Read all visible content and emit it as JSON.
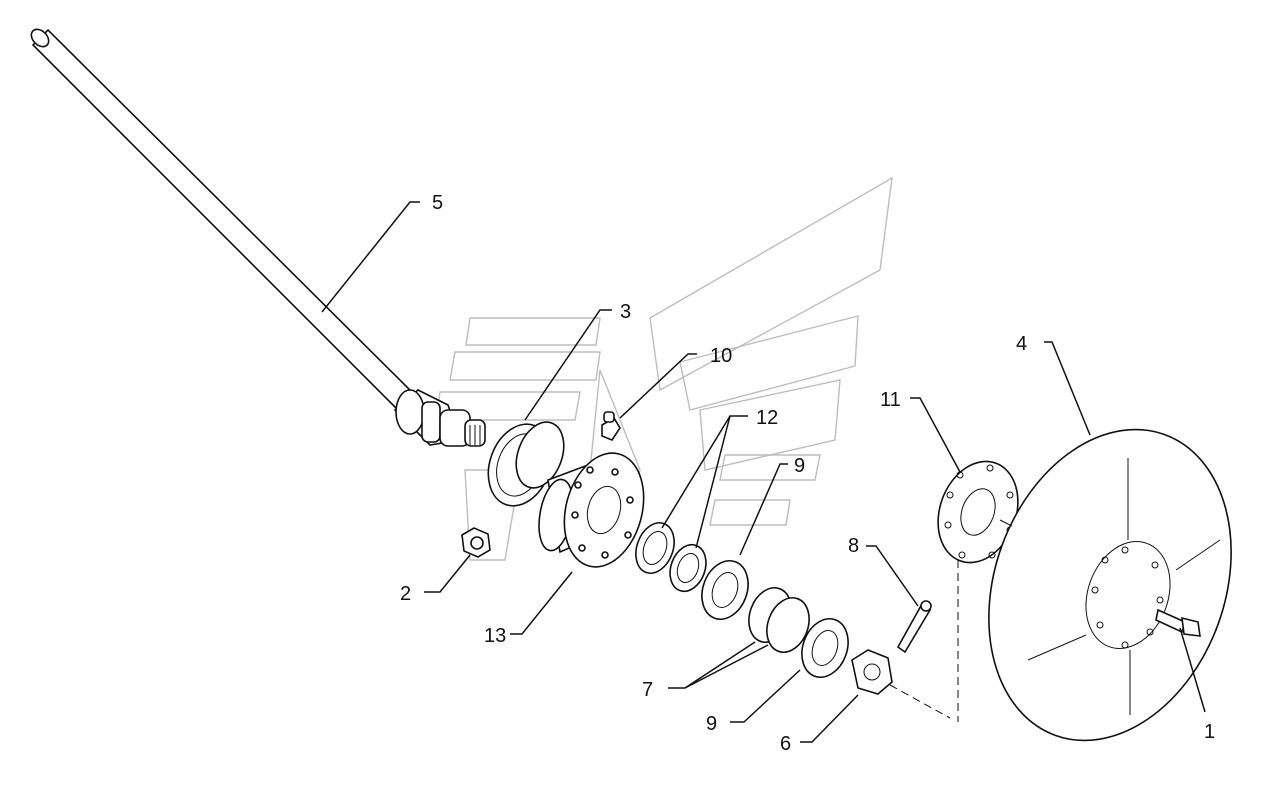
{
  "diagram": {
    "type": "exploded-parts-view",
    "callouts": [
      {
        "id": "c1",
        "label": "1"
      },
      {
        "id": "c2",
        "label": "2"
      },
      {
        "id": "c3",
        "label": "3"
      },
      {
        "id": "c4",
        "label": "4"
      },
      {
        "id": "c5",
        "label": "5"
      },
      {
        "id": "c6",
        "label": "6"
      },
      {
        "id": "c7",
        "label": "7"
      },
      {
        "id": "c8",
        "label": "8"
      },
      {
        "id": "c9a",
        "label": "9"
      },
      {
        "id": "c9b",
        "label": "9"
      },
      {
        "id": "c10",
        "label": "10"
      },
      {
        "id": "c11",
        "label": "11"
      },
      {
        "id": "c12",
        "label": "12"
      },
      {
        "id": "c13",
        "label": "13"
      }
    ]
  }
}
